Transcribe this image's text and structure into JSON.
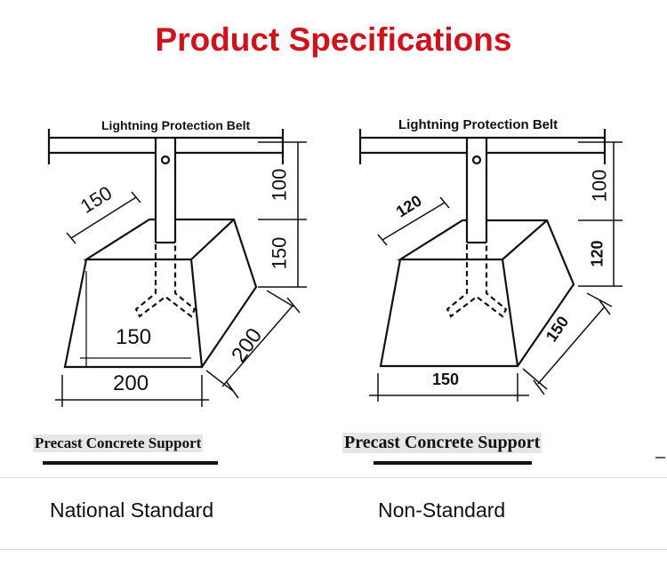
{
  "title": "Product Specifications",
  "diagrams": [
    {
      "belt_label": "Lightning Protection Belt",
      "dims": {
        "top_depth": "150",
        "post_height": "100",
        "block_height": "150",
        "top_width": "150",
        "bottom_width": "200",
        "bottom_depth": "200"
      },
      "caption": "Precast Concrete Support",
      "standard": "National Standard"
    },
    {
      "belt_label": "Lightning Protection Belt",
      "dims": {
        "top_depth": "120",
        "post_height": "100",
        "block_height": "120",
        "bottom_width": "150",
        "bottom_depth": "150"
      },
      "caption": "Precast Concrete Support",
      "standard": "Non-Standard"
    }
  ],
  "colors": {
    "title": "#d0121b"
  }
}
